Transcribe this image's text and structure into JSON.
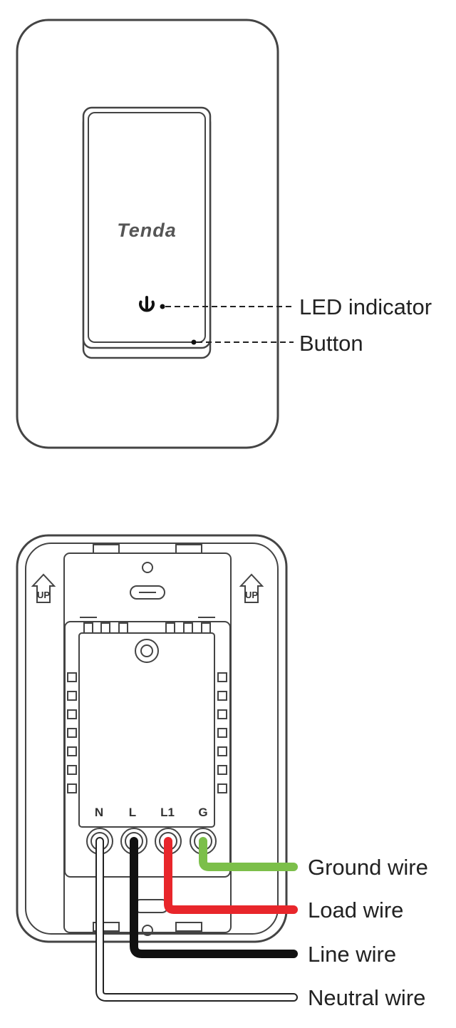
{
  "front_view": {
    "brand_logo": "Tenda",
    "labels": {
      "led_indicator": "LED indicator",
      "button": "Button"
    },
    "icons": [
      "power-icon"
    ]
  },
  "back_view": {
    "orientation_marks": [
      "UP",
      "UP"
    ],
    "terminals": [
      "N",
      "L",
      "L1",
      "G"
    ],
    "wires": [
      {
        "label": "Ground wire",
        "color": "#7cbf4a",
        "terminal": "G"
      },
      {
        "label": "Load wire",
        "color": "#e8262b",
        "terminal": "L1"
      },
      {
        "label": "Line wire",
        "color": "#111111",
        "terminal": "L"
      },
      {
        "label": "Neutral wire",
        "color": "#ffffff",
        "terminal": "N"
      }
    ]
  }
}
